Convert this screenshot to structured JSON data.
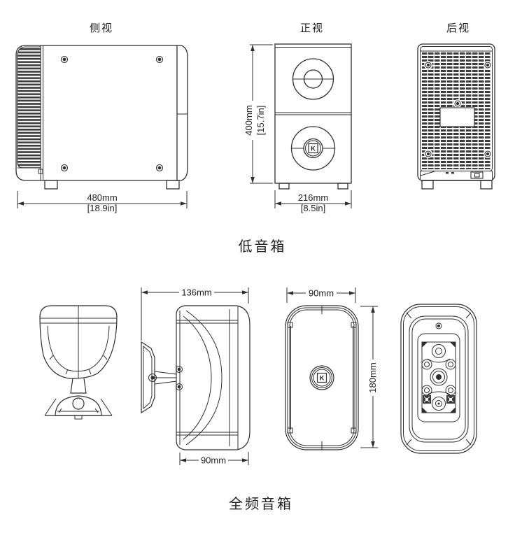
{
  "page": {
    "background": "#ffffff",
    "line_color": "#2f2f2f",
    "text_color": "#1f1f1f"
  },
  "subwoofer": {
    "label": "低音箱",
    "side": {
      "title": "侧视",
      "width_mm": "480mm",
      "width_in": "[18.9in]"
    },
    "front": {
      "title": "正视",
      "height_mm": "400mm",
      "height_in": "[15.7in]",
      "width_mm": "216mm",
      "width_in": "[8.5in]"
    },
    "rear": {
      "title": "后视"
    }
  },
  "fullrange": {
    "label": "全频音箱",
    "side": {
      "depth_total_mm": "136mm",
      "depth_body_mm": "90mm"
    },
    "front": {
      "width_mm": "90mm",
      "height_mm": "180mm"
    }
  },
  "logo": {
    "glyph": "K"
  }
}
